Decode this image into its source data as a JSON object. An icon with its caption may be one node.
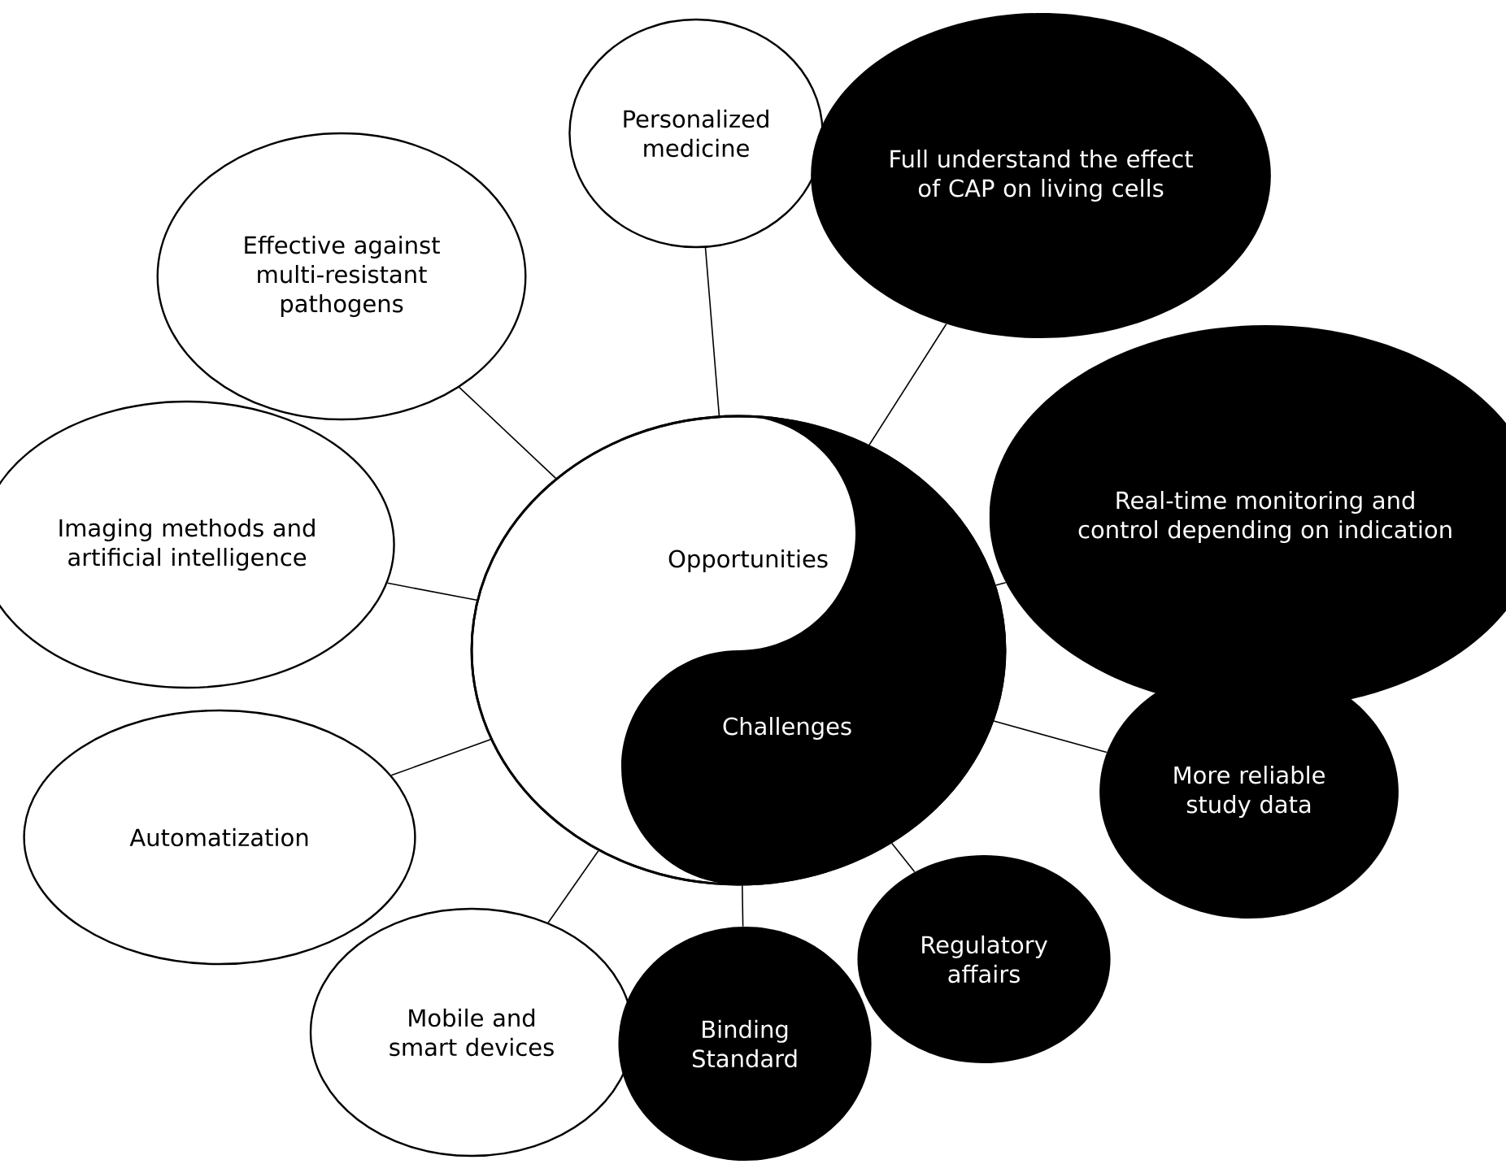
{
  "diagram": {
    "nodes": [
      {
        "text": [
          "Opportunities",
          "Challenges"
        ]
      },
      {
        "text": [
          "Personalized medicine"
        ]
      },
      {
        "text": [
          "Effective against multi-resistant pathogens"
        ]
      },
      {
        "text": [
          "Imaging methods and artificial intelligence"
        ]
      },
      {
        "text": [
          "Automatization"
        ]
      },
      {
        "text": [
          "Mobile and smart devices"
        ]
      },
      {
        "text": [
          "Binding Standard"
        ]
      },
      {
        "text": [
          "Regulatory affairs"
        ]
      },
      {
        "text": [
          "More reliable study data"
        ]
      },
      {
        "text": [
          "Real-time monitoring and control depending on indication"
        ]
      },
      {
        "text": [
          "Full understand the effect of CAP on living cells"
        ]
      }
    ],
    "edges": [
      {
        "from": 1,
        "to": 0,
        "arrow": "none"
      },
      {
        "from": 2,
        "to": 0,
        "arrow": "none"
      },
      {
        "from": 3,
        "to": 0,
        "arrow": "none"
      },
      {
        "from": 4,
        "to": 0,
        "arrow": "none"
      },
      {
        "from": 5,
        "to": 0,
        "arrow": "none"
      },
      {
        "from": 6,
        "to": 0,
        "arrow": "none"
      },
      {
        "from": 7,
        "to": 0,
        "arrow": "none"
      },
      {
        "from": 8,
        "to": 0,
        "arrow": "none"
      },
      {
        "from": 9,
        "to": 0,
        "arrow": "none"
      },
      {
        "from": 10,
        "to": 0,
        "arrow": "none"
      }
    ]
  }
}
